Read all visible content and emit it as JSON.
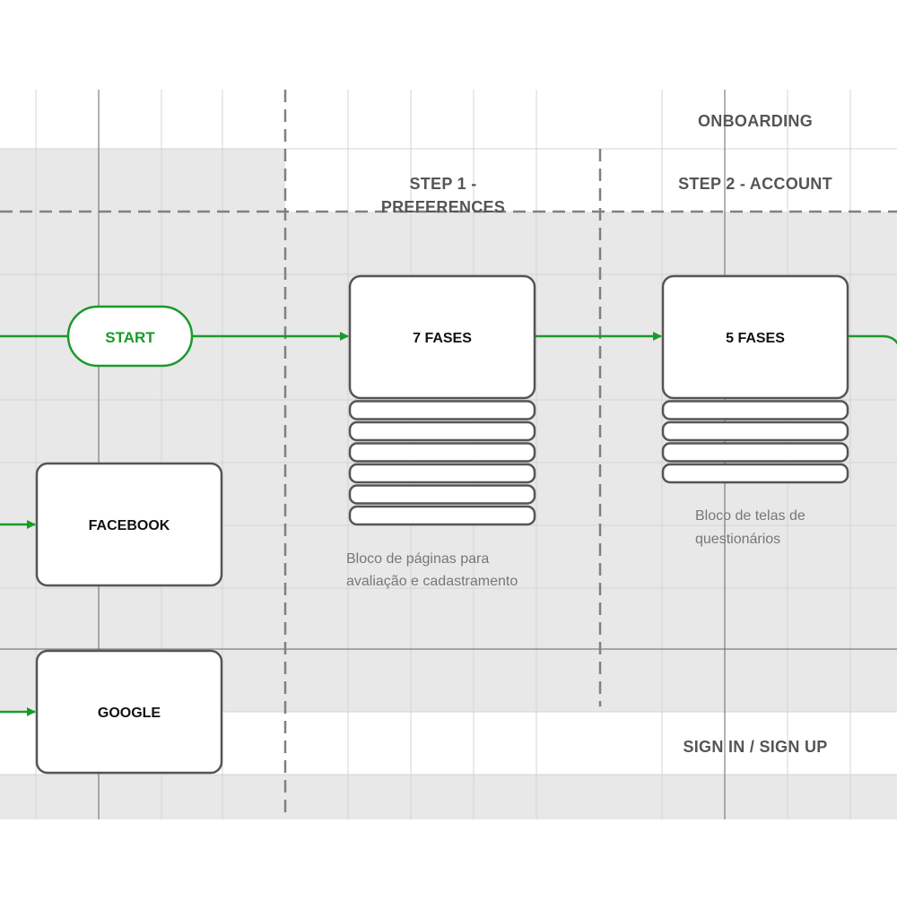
{
  "colors": {
    "accent": "#1a9a2a",
    "band": "#e8e8e8",
    "grid": "#cfcfcf",
    "divider": "#808080",
    "box_stroke": "#555555"
  },
  "headers": {
    "onboarding": "ONBOARDING",
    "step1": "STEP 1 -",
    "step1_cont": "PREFERENCES",
    "step2": "STEP 2 - ACCOUNT",
    "signin": "SIGN IN / SIGN UP"
  },
  "nodes": {
    "start": "START",
    "facebook": "FACEBOOK",
    "google": "GOOGLE",
    "stack1": {
      "label": "7 FASES",
      "count": 7
    },
    "stack2": {
      "label": "5 FASES",
      "count": 5
    }
  },
  "notes": {
    "stack1_line1": "Bloco de páginas para",
    "stack1_line2": "avaliação e cadastramento",
    "stack2_line1": "Bloco de telas de",
    "stack2_line2": "questionários"
  }
}
